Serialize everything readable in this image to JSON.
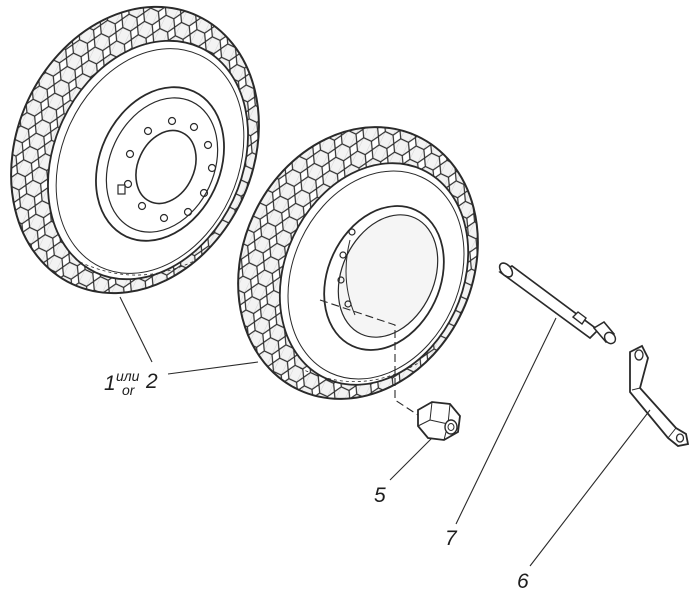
{
  "callouts": {
    "item_1_2": {
      "num_a": "1",
      "conj_top": "или",
      "conj_bottom": "or",
      "num_b": "2"
    },
    "item_5": "5",
    "item_7": "7",
    "item_6": "6"
  },
  "colors": {
    "ink": "#2a2a2a",
    "paper": "#ffffff"
  }
}
